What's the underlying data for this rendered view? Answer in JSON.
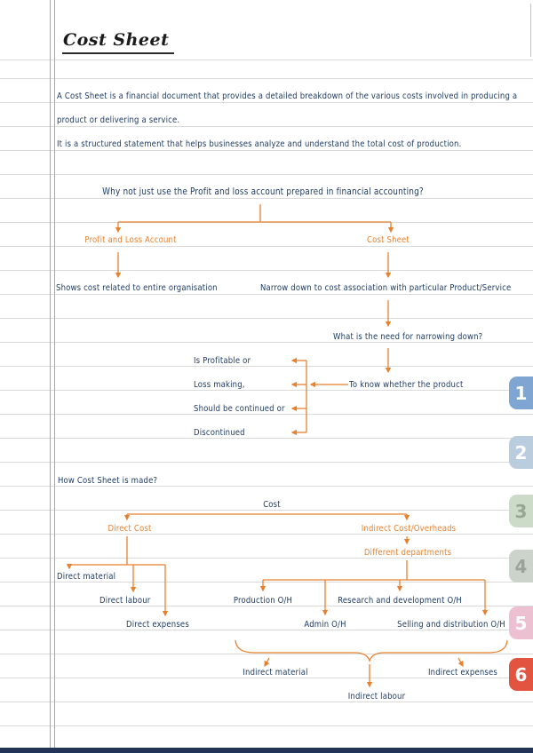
{
  "colors": {
    "ink": "#1f3c63",
    "accent": "#e8812f",
    "rule": "#dadada",
    "margin": "#a7a7a7",
    "bottom_bar": "#223457"
  },
  "title": "Cost Sheet",
  "intro": {
    "line1": "A Cost Sheet is a financial document that provides a detailed breakdown of the various costs involved in producing a",
    "line2": "product or delivering a service.",
    "line3": "It  is a structured statement that helps businesses analyze and understand the total cost of production."
  },
  "comparison": {
    "question": "Why not just use the Profit and loss account prepared in financial accounting?",
    "left_label": "Profit and Loss Account",
    "right_label": "Cost Sheet",
    "left_point": "Shows cost related to entire organisation",
    "right_point": "Narrow down to cost association with particular Product/Service",
    "need_question": "What is the need for narrowing down?",
    "need_answer": "To know whether the product",
    "outcomes": [
      "Is Profitable or",
      "Loss making,",
      "Should be continued or",
      "Discontinued"
    ]
  },
  "structure": {
    "question": "How Cost Sheet is made?",
    "root": "Cost",
    "direct_label": "Direct Cost",
    "indirect_label": "Indirect Cost/Overheads",
    "departments_label": "Different departments",
    "direct_items": [
      "Direct material",
      "Direct labour",
      "Direct expenses"
    ],
    "overhead_items": [
      "Production O/H",
      "Research and development O/H",
      "Admin O/H",
      "Selling and distribution O/H"
    ],
    "indirect_items": [
      "Indirect material",
      "Indirect labour",
      "Indirect expenses"
    ]
  },
  "tabs": [
    {
      "label": "1",
      "bg": "#7fa6d3",
      "fg": "#ffffff"
    },
    {
      "label": "2",
      "bg": "#b9cdde",
      "fg": "#ffffff"
    },
    {
      "label": "3",
      "bg": "#cbdbc7",
      "fg": "#96a694"
    },
    {
      "label": "4",
      "bg": "#ccd3cb",
      "fg": "#9aa399"
    },
    {
      "label": "5",
      "bg": "#edc0d1",
      "fg": "#ffffff"
    },
    {
      "label": "6",
      "bg": "#e25340",
      "fg": "#ffffff"
    }
  ]
}
